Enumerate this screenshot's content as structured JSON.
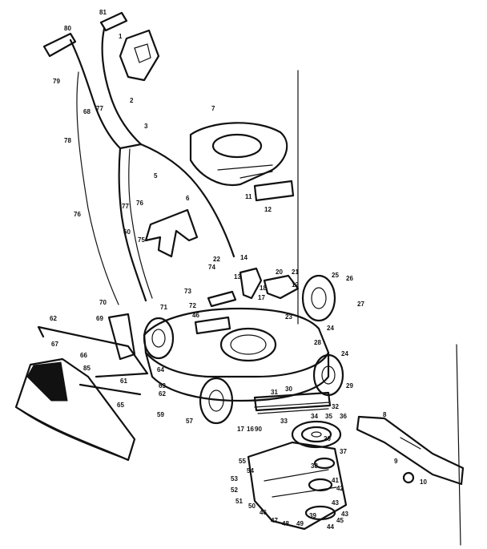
{
  "diagram": {
    "callouts": [
      {
        "id": "c81",
        "text": "81"
      },
      {
        "id": "c80",
        "text": "80"
      },
      {
        "id": "c1",
        "text": "1"
      },
      {
        "id": "c79",
        "text": "79"
      },
      {
        "id": "c68",
        "text": "68"
      },
      {
        "id": "c77a",
        "text": "77"
      },
      {
        "id": "c2",
        "text": "2"
      },
      {
        "id": "c3",
        "text": "3"
      },
      {
        "id": "c78",
        "text": "78"
      },
      {
        "id": "c7",
        "text": "7"
      },
      {
        "id": "c5",
        "text": "5"
      },
      {
        "id": "c6",
        "text": "6"
      },
      {
        "id": "c11",
        "text": "11"
      },
      {
        "id": "c12a",
        "text": "12"
      },
      {
        "id": "c76b",
        "text": "76"
      },
      {
        "id": "c77b",
        "text": "77"
      },
      {
        "id": "c60",
        "text": "60"
      },
      {
        "id": "c75",
        "text": "75"
      },
      {
        "id": "c76a",
        "text": "76"
      },
      {
        "id": "c14",
        "text": "14"
      },
      {
        "id": "c22",
        "text": "22"
      },
      {
        "id": "c74",
        "text": "74"
      },
      {
        "id": "c13",
        "text": "13"
      },
      {
        "id": "c20",
        "text": "20"
      },
      {
        "id": "c21",
        "text": "21"
      },
      {
        "id": "c25",
        "text": "25"
      },
      {
        "id": "c26",
        "text": "26"
      },
      {
        "id": "c12b",
        "text": "12"
      },
      {
        "id": "c18",
        "text": "18"
      },
      {
        "id": "c73",
        "text": "73"
      },
      {
        "id": "c17a",
        "text": "17"
      },
      {
        "id": "c72",
        "text": "72"
      },
      {
        "id": "c23",
        "text": "23"
      },
      {
        "id": "c27",
        "text": "27"
      },
      {
        "id": "c70",
        "text": "70"
      },
      {
        "id": "c71",
        "text": "71"
      },
      {
        "id": "c46",
        "text": "46"
      },
      {
        "id": "c24a",
        "text": "24"
      },
      {
        "id": "c62",
        "text": "62"
      },
      {
        "id": "c69",
        "text": "69"
      },
      {
        "id": "c67",
        "text": "67"
      },
      {
        "id": "c66",
        "text": "66"
      },
      {
        "id": "c28",
        "text": "28"
      },
      {
        "id": "c24b",
        "text": "24"
      },
      {
        "id": "c85",
        "text": "85"
      },
      {
        "id": "c64",
        "text": "64"
      },
      {
        "id": "c61",
        "text": "61"
      },
      {
        "id": "c63",
        "text": "63"
      },
      {
        "id": "c62b",
        "text": "62"
      },
      {
        "id": "c29",
        "text": "29"
      },
      {
        "id": "c31",
        "text": "31"
      },
      {
        "id": "c30",
        "text": "30"
      },
      {
        "id": "c32",
        "text": "32"
      },
      {
        "id": "c65",
        "text": "65"
      },
      {
        "id": "c57",
        "text": "57"
      },
      {
        "id": "c59",
        "text": "59"
      },
      {
        "id": "c17b",
        "text": "17"
      },
      {
        "id": "c16",
        "text": "16"
      },
      {
        "id": "c90",
        "text": "90"
      },
      {
        "id": "c33",
        "text": "33"
      },
      {
        "id": "c34",
        "text": "34"
      },
      {
        "id": "c35",
        "text": "35"
      },
      {
        "id": "c36",
        "text": "36"
      },
      {
        "id": "c8",
        "text": "8"
      },
      {
        "id": "c20b",
        "text": "20"
      },
      {
        "id": "c37",
        "text": "37"
      },
      {
        "id": "c55",
        "text": "55"
      },
      {
        "id": "c54",
        "text": "54"
      },
      {
        "id": "c38",
        "text": "38"
      },
      {
        "id": "c9",
        "text": "9"
      },
      {
        "id": "c10",
        "text": "10"
      },
      {
        "id": "c53",
        "text": "53"
      },
      {
        "id": "c52",
        "text": "52"
      },
      {
        "id": "c41",
        "text": "41"
      },
      {
        "id": "c42",
        "text": "42"
      },
      {
        "id": "c51",
        "text": "51"
      },
      {
        "id": "c50",
        "text": "50"
      },
      {
        "id": "c43",
        "text": "43"
      },
      {
        "id": "c47",
        "text": "47"
      },
      {
        "id": "c48",
        "text": "48"
      },
      {
        "id": "c49",
        "text": "49"
      },
      {
        "id": "c44",
        "text": "44"
      },
      {
        "id": "c45",
        "text": "45"
      },
      {
        "id": "c46b",
        "text": "46"
      },
      {
        "id": "c43b",
        "text": "43"
      },
      {
        "id": "c39",
        "text": "39"
      }
    ]
  }
}
